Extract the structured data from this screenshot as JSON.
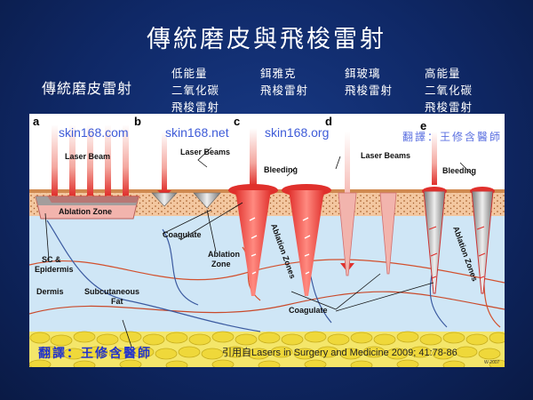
{
  "slide": {
    "title": "傳統磨皮與飛梭雷射",
    "header_main": "傳統磨皮雷射",
    "columns": [
      {
        "lines": [
          "低能量",
          "二氧化碳",
          "飛梭雷射"
        ]
      },
      {
        "lines": [
          "鉺雅克",
          "飛梭雷射"
        ]
      },
      {
        "lines": [
          "鉺玻璃",
          "飛梭雷射"
        ]
      },
      {
        "lines": [
          "高能量",
          "二氧化碳",
          "飛梭雷射"
        ]
      }
    ]
  },
  "diagram": {
    "panels": [
      "a",
      "b",
      "c",
      "d",
      "e"
    ],
    "watermarks": [
      "skin168.com",
      "skin168.net",
      "skin168.org"
    ],
    "translator_top": "翻譯：王修含醫師",
    "labels": {
      "laser_beam": "Laser Beam",
      "laser_beams_b": "Laser Beams",
      "laser_beams_d": "Laser Beams",
      "bleeding_c": "Bleeding",
      "bleeding_e": "Bleeding",
      "ablation_zone_a": "Ablation Zone",
      "coagulate_top": "Coagulate",
      "ablation_zone_b_1": "Ablation",
      "ablation_zone_b_2": "Zone",
      "ablation_zones_c": "Ablation Zones",
      "ablation_zones_e": "Ablation Zones",
      "sc_epidermis_1": "SC &",
      "sc_epidermis_2": "Epidermis",
      "dermis": "Dermis",
      "subcutaneous_1": "Subcutaneous",
      "subcutaneous_2": "Fat",
      "coagulate_bottom": "Coagulate"
    },
    "translator_bottom": "翻譯：王修含醫師",
    "citation": "引用自Lasers in Surgery and Medicine 2009; 41:78-86",
    "figure_code": "W-2007"
  },
  "colors": {
    "background": "#0f2866",
    "skin": "#f3c7a0",
    "dermis": "#cfe6f6",
    "fat": "#f1e24a",
    "laser": "#e0302c",
    "watermark": "#3e5bd8"
  }
}
